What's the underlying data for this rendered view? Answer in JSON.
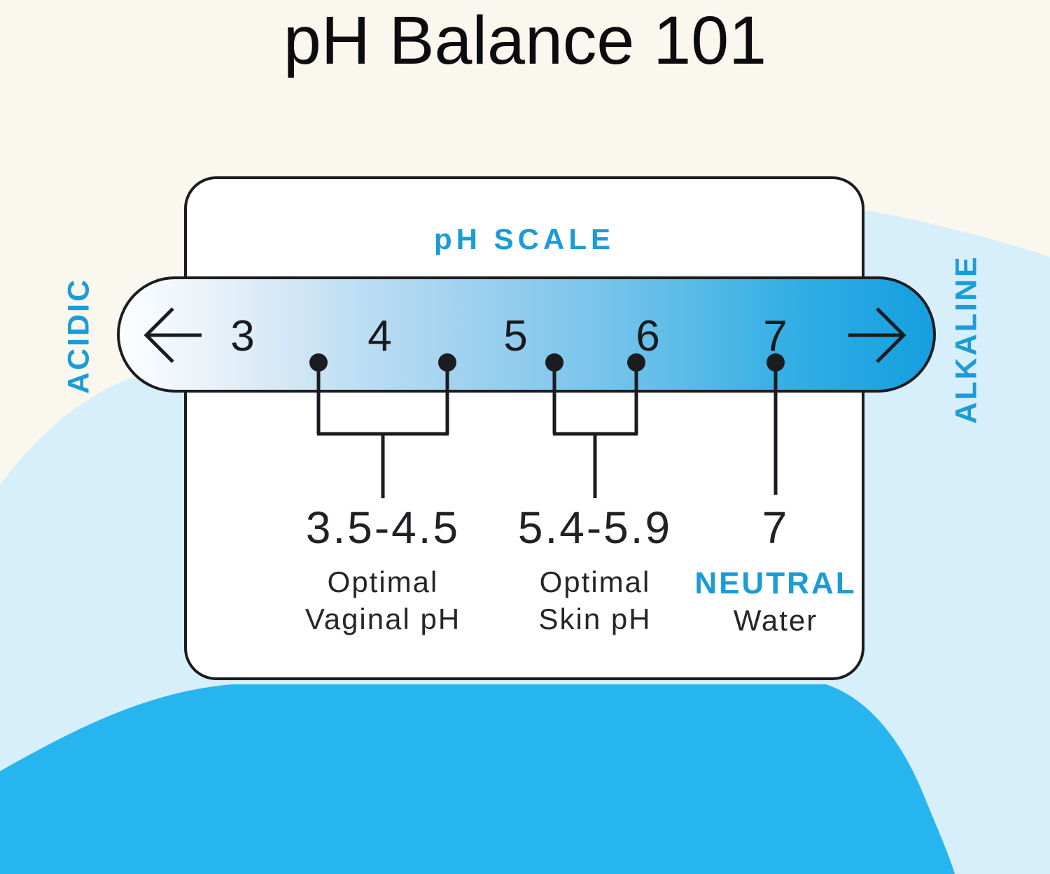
{
  "title": "pH Balance 101",
  "scale": {
    "heading": "pH SCALE",
    "left_end_label": "ACIDIC",
    "right_end_label": "ALKALINE",
    "ticks": [
      "3",
      "4",
      "5",
      "6",
      "7"
    ]
  },
  "markers": [
    {
      "range": "3.5-4.5",
      "line1": "Optimal",
      "line2": "Vaginal pH"
    },
    {
      "range": "5.4-5.9",
      "line1": "Optimal",
      "line2": "Skin pH"
    },
    {
      "range": "7",
      "line1": "NEUTRAL",
      "line2": "Water"
    }
  ],
  "colors": {
    "accent_blue": "#1b9cd6",
    "ink": "#1b1c20",
    "background_cream": "#faf7ee",
    "blob_light_blue": "#d7effa",
    "blob_vivid_blue": "#27b5ef",
    "bar_gradient_start": "#fcfeff",
    "bar_gradient_end": "#159fdf"
  }
}
